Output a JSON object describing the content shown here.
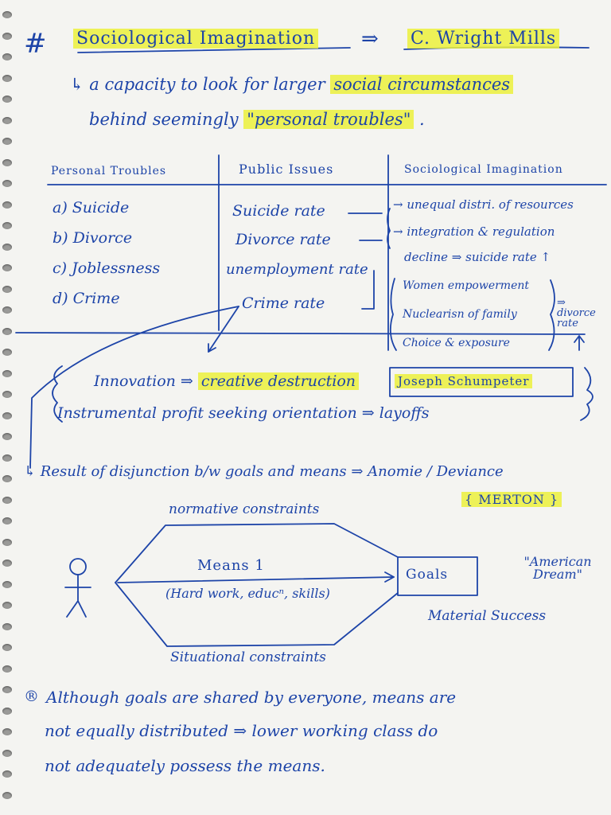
{
  "title": {
    "hash": "#",
    "main": "Sociological Imagination",
    "arrow": "⇒",
    "author": "C. Wright Mills"
  },
  "definition": {
    "line1_prefix": "↳ a capacity to look for larger",
    "line1_highlight": "social circumstances",
    "line2_prefix": "behind seemingly",
    "line2_highlight": "\"personal troubles\"",
    "line2_suffix": "."
  },
  "table": {
    "headers": [
      "Personal Troubles",
      "Public Issues",
      "Sociological Imagination"
    ],
    "troubles": [
      "a) Suicide",
      "b) Divorce",
      "c) Joblessness",
      "d) Crime"
    ],
    "issues": [
      "Suicide rate",
      "Divorce rate",
      "unemployment rate",
      "Crime rate"
    ],
    "sociological": [
      "→ unequal distri. of resources",
      "→ integration & regulation",
      "decline ⇒ suicide rate ↑",
      "Women empowerment",
      "Nuclearisn of family",
      "Choice & exposure"
    ],
    "divorce_rate_note": "⇒ divorce rate",
    "up_arrow": "↑"
  },
  "schumpeter": {
    "innovation_prefix": "Innovation ⇒",
    "innovation_highlight": "creative destruction",
    "name": "Joseph Schumpeter",
    "profit_line": "Instrumental profit seeking orientation ⇒ layoffs"
  },
  "merton": {
    "result_line": "↳ Result of disjunction b/w goals and means ⇒ Anomie / Deviance",
    "name": "{ MERTON }",
    "normative": "normative constraints",
    "means_title": "Means 1",
    "means_detail": "(Hard work, educⁿ, skills)",
    "goals": "Goals",
    "american_dream": "\"American Dream\"",
    "material_success": "Material Success",
    "situational": "Situational constraints"
  },
  "conclusion": {
    "marker": "®",
    "line1": "Although goals are shared by everyone, means are",
    "line2": "not equally distributed ⇒ lower working class do",
    "line3": "not adequately possess the means."
  }
}
